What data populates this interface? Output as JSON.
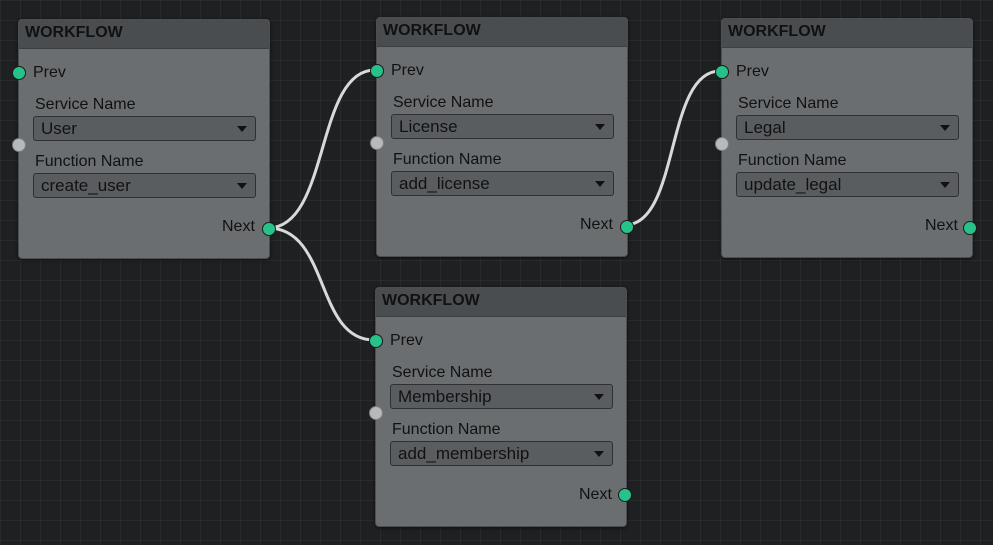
{
  "nodes": [
    {
      "id": "user",
      "title": "WORKFLOW",
      "prev_label": "Prev",
      "next_label": "Next",
      "service_label": "Service Name",
      "service_value": "User",
      "function_label": "Function Name",
      "function_value": "create_user"
    },
    {
      "id": "license",
      "title": "WORKFLOW",
      "prev_label": "Prev",
      "next_label": "Next",
      "service_label": "Service Name",
      "service_value": "License",
      "function_label": "Function Name",
      "function_value": "add_license"
    },
    {
      "id": "legal",
      "title": "WORKFLOW",
      "prev_label": "Prev",
      "next_label": "Next",
      "service_label": "Service Name",
      "service_value": "Legal",
      "function_label": "Function Name",
      "function_value": "update_legal"
    },
    {
      "id": "membership",
      "title": "WORKFLOW",
      "prev_label": "Prev",
      "next_label": "Next",
      "service_label": "Service Name",
      "service_value": "Membership",
      "function_label": "Function Name",
      "function_value": "add_membership"
    }
  ],
  "connections": [
    {
      "from": "user",
      "to": "license"
    },
    {
      "from": "user",
      "to": "membership"
    },
    {
      "from": "license",
      "to": "legal"
    }
  ],
  "colors": {
    "port_connected": "#27c28a",
    "port_idle": "#b7b9bb",
    "link": "#d9d9d9"
  }
}
